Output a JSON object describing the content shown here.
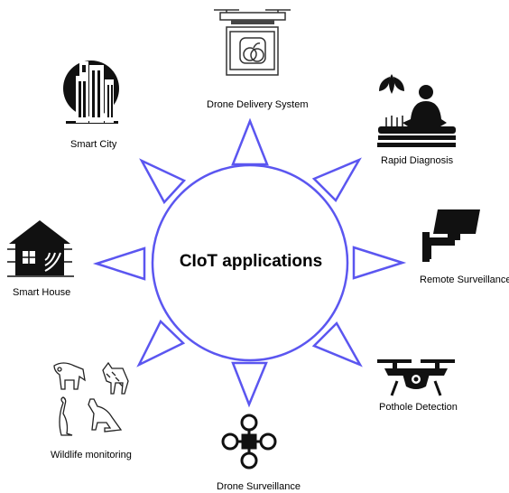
{
  "center": {
    "title": "CIoT applications"
  },
  "applications": [
    {
      "label": "Drone Delivery  System"
    },
    {
      "label": "Smart City"
    },
    {
      "label": "Rapid Diagnosis"
    },
    {
      "label": "Smart House"
    },
    {
      "label": "Remote Surveillance"
    },
    {
      "label": "Wildlife monitoring"
    },
    {
      "label": "Pothole Detection"
    },
    {
      "label": "Drone Surveillance"
    }
  ],
  "colors": {
    "accent": "#5b56f0",
    "ink": "#000000"
  }
}
